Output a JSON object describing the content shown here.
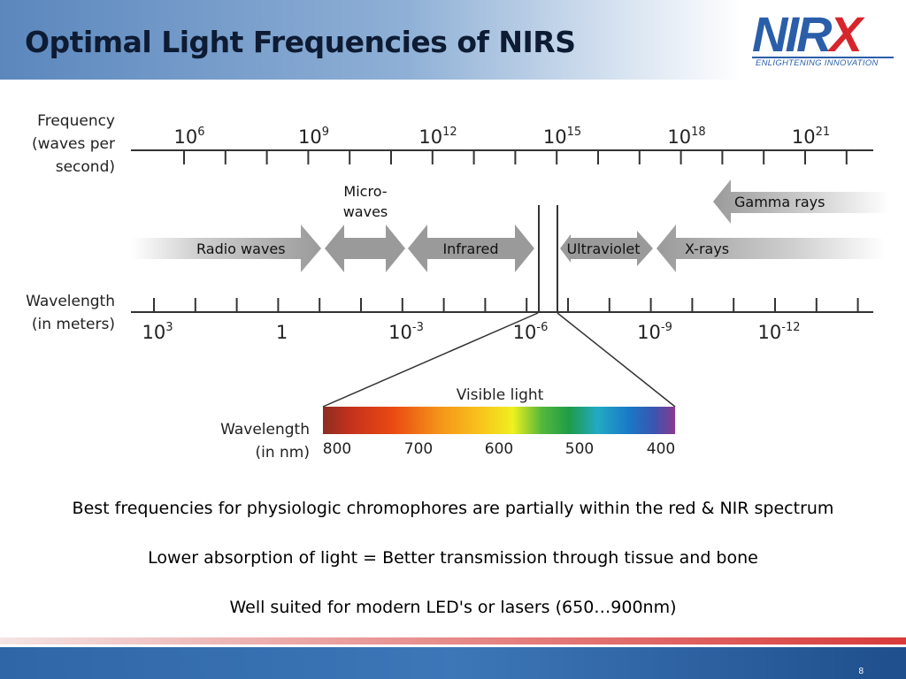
{
  "slide": {
    "title": "Optimal Light Frequencies of NIRS",
    "page_number": "8"
  },
  "logo": {
    "word_main": "NIR",
    "word_x": "X",
    "tagline": "ENLIGHTENING INNOVATION",
    "brand_color": "#2a5ea8",
    "accent_color": "#d6262c"
  },
  "diagram": {
    "frequency_axis": {
      "label_lines": [
        "Frequency",
        "(waves per",
        "second)"
      ],
      "ticks": [
        {
          "base": "10",
          "exp": "6"
        },
        {
          "base": "10",
          "exp": "9"
        },
        {
          "base": "10",
          "exp": "12"
        },
        {
          "base": "10",
          "exp": "15"
        },
        {
          "base": "10",
          "exp": "18"
        },
        {
          "base": "10",
          "exp": "21"
        }
      ]
    },
    "bands": {
      "radio": "Radio waves",
      "micro_lines": [
        "Micro-",
        "waves"
      ],
      "infrared": "Infrared",
      "ultraviolet": "Ultraviolet",
      "xrays": "X-rays",
      "gamma": "Gamma rays"
    },
    "wavelength_axis": {
      "label_lines": [
        "Wavelength",
        "(in meters)"
      ],
      "ticks": [
        {
          "base": "10",
          "exp": "3"
        },
        {
          "base": "1",
          "exp": ""
        },
        {
          "base": "10",
          "exp": "-3"
        },
        {
          "base": "10",
          "exp": "-6"
        },
        {
          "base": "10",
          "exp": "-9"
        },
        {
          "base": "10",
          "exp": "-12"
        }
      ]
    },
    "visible": {
      "title": "Visible light",
      "label_lines": [
        "Wavelength",
        "(in nm)"
      ],
      "ticks": [
        "800",
        "700",
        "600",
        "500",
        "400"
      ]
    }
  },
  "bullets": [
    "Best frequencies for physiologic chromophores are partially within the red & NIR spectrum",
    "Lower absorption of light = Better transmission through tissue and bone",
    "Well suited for modern LED's or lasers (650…900nm)"
  ]
}
